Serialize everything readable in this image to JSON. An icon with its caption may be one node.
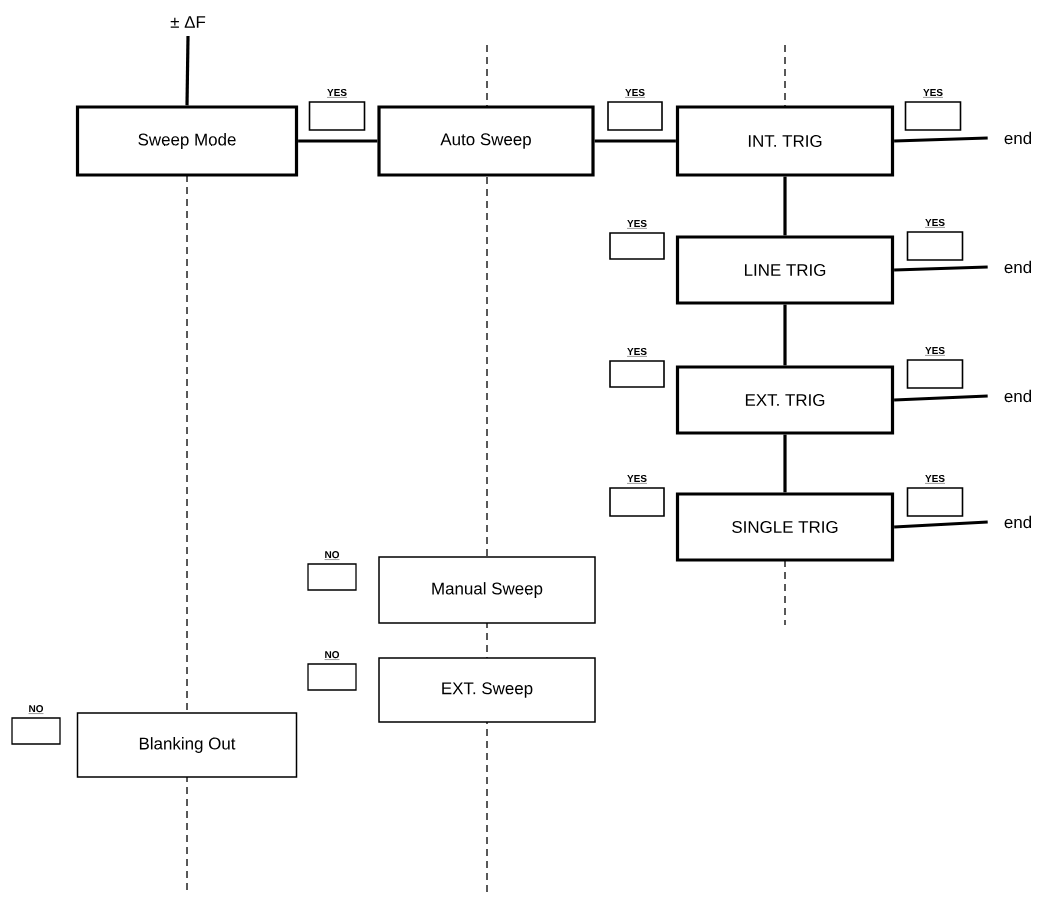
{
  "diagram": {
    "nodes": [
      {
        "text": [
          "± ΔF"
        ]
      },
      {
        "text": [
          "Sweep Mode"
        ]
      },
      {
        "text": [
          "YES"
        ]
      },
      {
        "text": [
          "Auto Sweep"
        ]
      },
      {
        "text": [
          "YES"
        ]
      },
      {
        "text": [
          "INT. TRIG"
        ]
      },
      {
        "text": [
          "YES"
        ]
      },
      {
        "text": [
          "end"
        ]
      },
      {
        "text": [
          "YES"
        ]
      },
      {
        "text": [
          "LINE TRIG"
        ]
      },
      {
        "text": [
          "YES"
        ]
      },
      {
        "text": [
          "end"
        ]
      },
      {
        "text": [
          "YES"
        ]
      },
      {
        "text": [
          "EXT. TRIG"
        ]
      },
      {
        "text": [
          "YES"
        ]
      },
      {
        "text": [
          "end"
        ]
      },
      {
        "text": [
          "YES"
        ]
      },
      {
        "text": [
          "SINGLE TRIG"
        ]
      },
      {
        "text": [
          "YES"
        ]
      },
      {
        "text": [
          "end"
        ]
      },
      {
        "text": [
          "NO"
        ]
      },
      {
        "text": [
          "Manual Sweep"
        ]
      },
      {
        "text": [
          "NO"
        ]
      },
      {
        "text": [
          "EXT. Sweep"
        ]
      },
      {
        "text": [
          "NO"
        ]
      },
      {
        "text": [
          "Blanking Out"
        ]
      }
    ],
    "edges": [
      {
        "from": 0,
        "to": 1,
        "arrow": "none"
      },
      {
        "from": 1,
        "to": 3,
        "arrow": "none"
      },
      {
        "from": 3,
        "to": 5,
        "arrow": "none"
      },
      {
        "from": 5,
        "to": 7,
        "arrow": "none"
      },
      {
        "from": 5,
        "to": 9,
        "arrow": "none"
      },
      {
        "from": 9,
        "to": 11,
        "arrow": "none"
      },
      {
        "from": 9,
        "to": 13,
        "arrow": "none"
      },
      {
        "from": 13,
        "to": 15,
        "arrow": "none"
      },
      {
        "from": 13,
        "to": 17,
        "arrow": "none"
      },
      {
        "from": 17,
        "to": 19,
        "arrow": "none"
      }
    ]
  }
}
